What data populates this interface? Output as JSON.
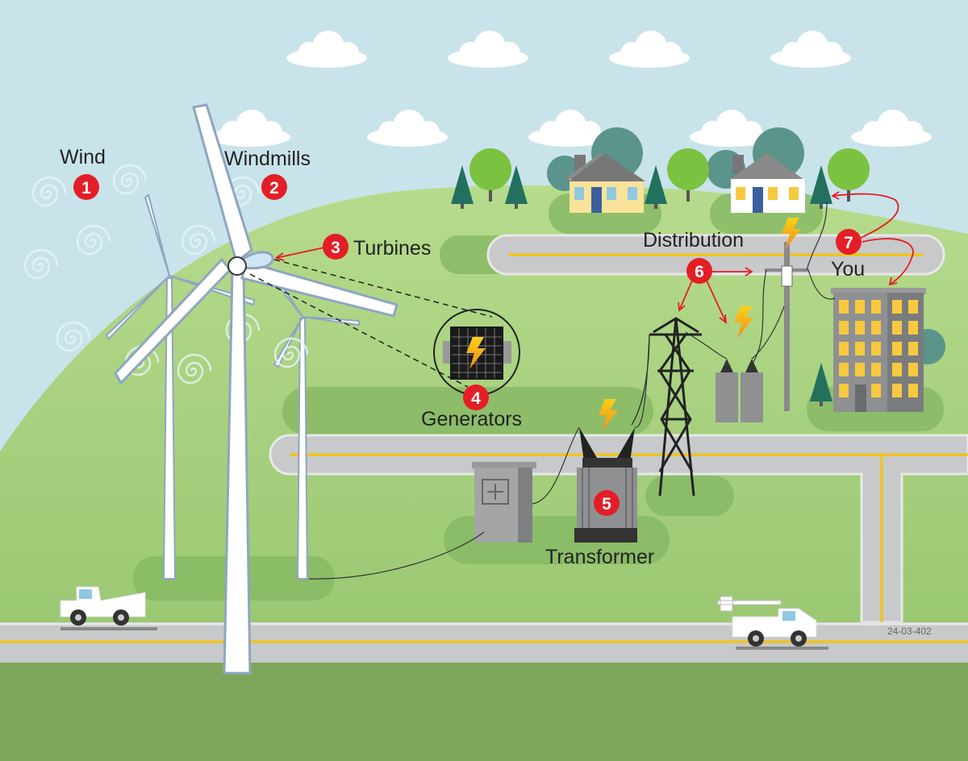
{
  "labels": {
    "wind": "Wind",
    "windmills": "Windmills",
    "turbines": "Turbines",
    "generators": "Generators",
    "transformer": "Transformer",
    "distribution": "Distribution",
    "you": "You"
  },
  "steps": [
    "1",
    "2",
    "3",
    "4",
    "5",
    "6",
    "7"
  ],
  "figure_code": "24-03-402",
  "colors": {
    "sky": "#c9e3ea",
    "hill": "#a8d07e",
    "ground": "#7da65a",
    "road": "#c8c9cb",
    "road_line": "#f5c400",
    "badge": "#e41e26",
    "bolt": "#f7a81b"
  }
}
